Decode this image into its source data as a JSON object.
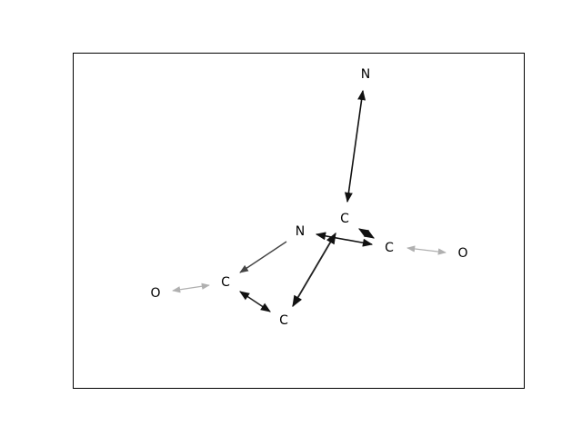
{
  "atoms": [
    {
      "id": "N1",
      "label": "N"
    },
    {
      "id": "C1",
      "label": "C"
    },
    {
      "id": "N2",
      "label": "N"
    },
    {
      "id": "C2",
      "label": "C"
    },
    {
      "id": "O1",
      "label": "O"
    },
    {
      "id": "C3",
      "label": "C"
    },
    {
      "id": "O2",
      "label": "O"
    },
    {
      "id": "C4",
      "label": "C"
    }
  ],
  "arrows": [
    {
      "id": "N1-C1",
      "color": "#111111"
    },
    {
      "id": "C1-C2",
      "color": "#111111"
    },
    {
      "id": "N2-C2",
      "color": "#111111"
    },
    {
      "id": "C2-O1",
      "color": "#b0b0b0"
    },
    {
      "id": "N2-C3",
      "color": "#444444"
    },
    {
      "id": "C3-O2",
      "color": "#b0b0b0"
    },
    {
      "id": "C3-C4",
      "color": "#222222"
    },
    {
      "id": "C1-C4",
      "color": "#222222"
    }
  ]
}
